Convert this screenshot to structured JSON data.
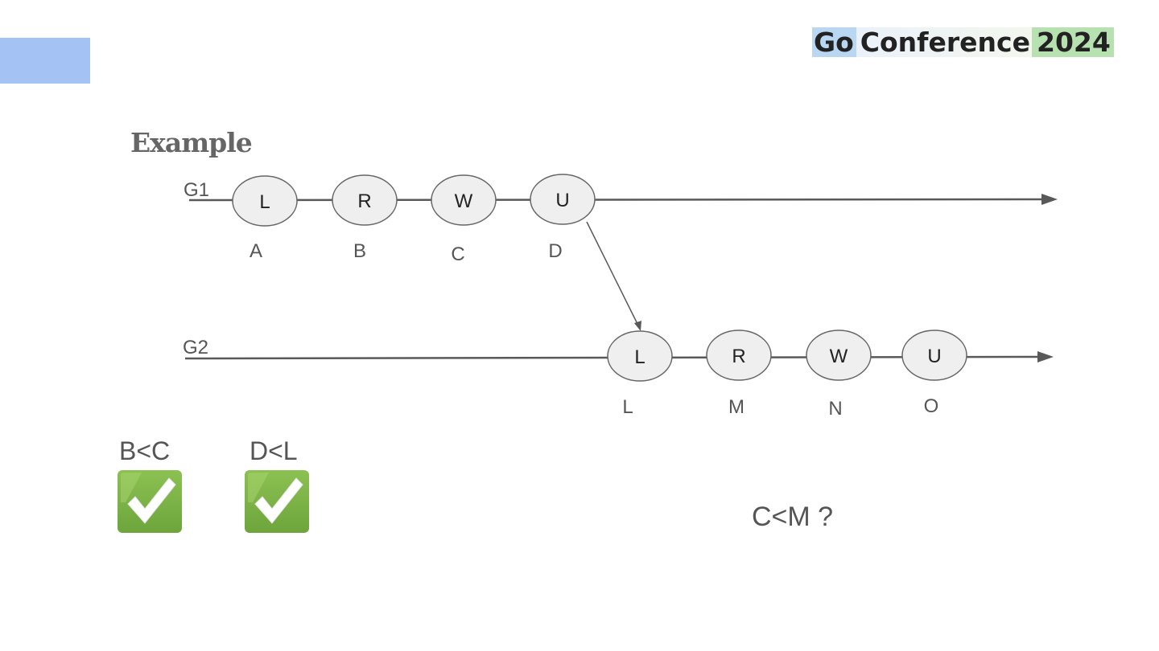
{
  "brand": {
    "part1": "Go",
    "part2": "Conference",
    "part3": "2024"
  },
  "heading": "Example",
  "timelines": [
    {
      "label": "G1",
      "nodes": [
        {
          "op": "L",
          "label": "A"
        },
        {
          "op": "R",
          "label": "B"
        },
        {
          "op": "W",
          "label": "C"
        },
        {
          "op": "U",
          "label": "D"
        }
      ]
    },
    {
      "label": "G2",
      "nodes": [
        {
          "op": "L",
          "label": "L"
        },
        {
          "op": "R",
          "label": "M"
        },
        {
          "op": "W",
          "label": "N"
        },
        {
          "op": "U",
          "label": "O"
        }
      ]
    }
  ],
  "edge": {
    "from": "D",
    "to": "L"
  },
  "conditions": [
    {
      "text": "B<C",
      "status": "check-mark-icon"
    },
    {
      "text": "D<L",
      "status": "check-mark-icon"
    }
  ],
  "question": "C<M ?",
  "colors": {
    "node_fill": "#efefef",
    "line": "#595959",
    "check": "#78b543",
    "accent_blue": "#a4c2f4"
  }
}
